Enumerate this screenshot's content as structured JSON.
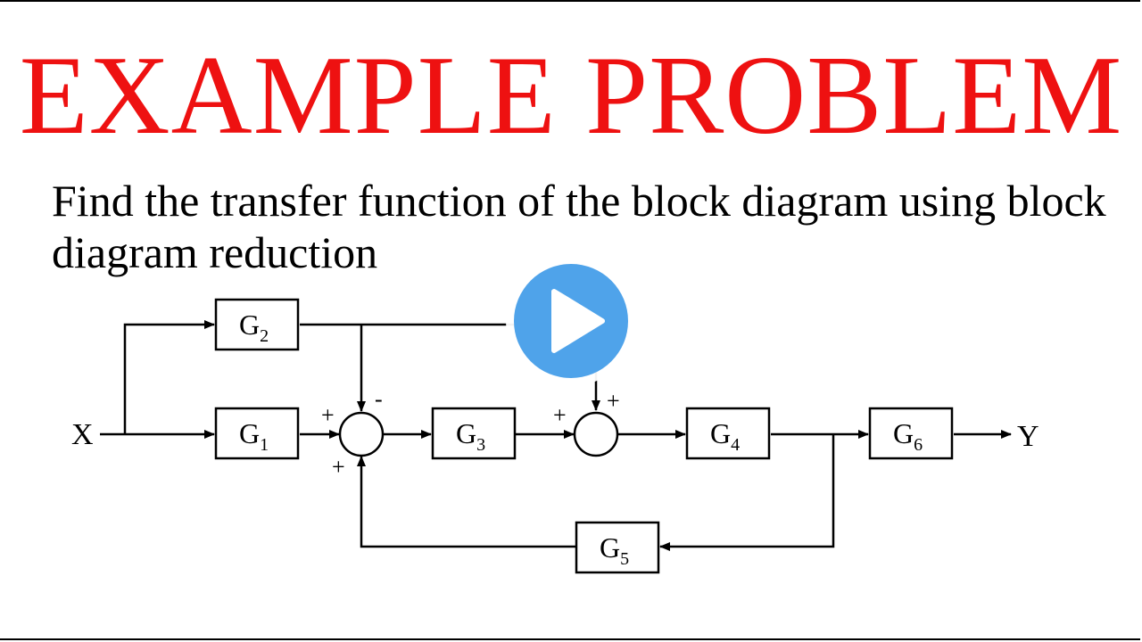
{
  "header": {
    "title": "EXAMPLE PROBLEM"
  },
  "problem": {
    "text": "Find the transfer function of the block diagram using block diagram reduction"
  },
  "diagram": {
    "input": "X",
    "output": "Y",
    "blocks": {
      "g1": {
        "letter": "G",
        "sub": "1"
      },
      "g2": {
        "letter": "G",
        "sub": "2"
      },
      "g3": {
        "letter": "G",
        "sub": "3"
      },
      "g4": {
        "letter": "G",
        "sub": "4"
      },
      "g5": {
        "letter": "G",
        "sub": "5"
      },
      "g6": {
        "letter": "G",
        "sub": "6"
      }
    },
    "sum1_signs": {
      "left": "+",
      "top": "-",
      "bottom": "+"
    },
    "sum2_signs": {
      "left": "+",
      "top": "+"
    }
  },
  "player": {
    "play_icon": "play-icon",
    "accent": "#4fa3ea"
  },
  "colors": {
    "title": "#ee1111",
    "text": "#000000"
  }
}
